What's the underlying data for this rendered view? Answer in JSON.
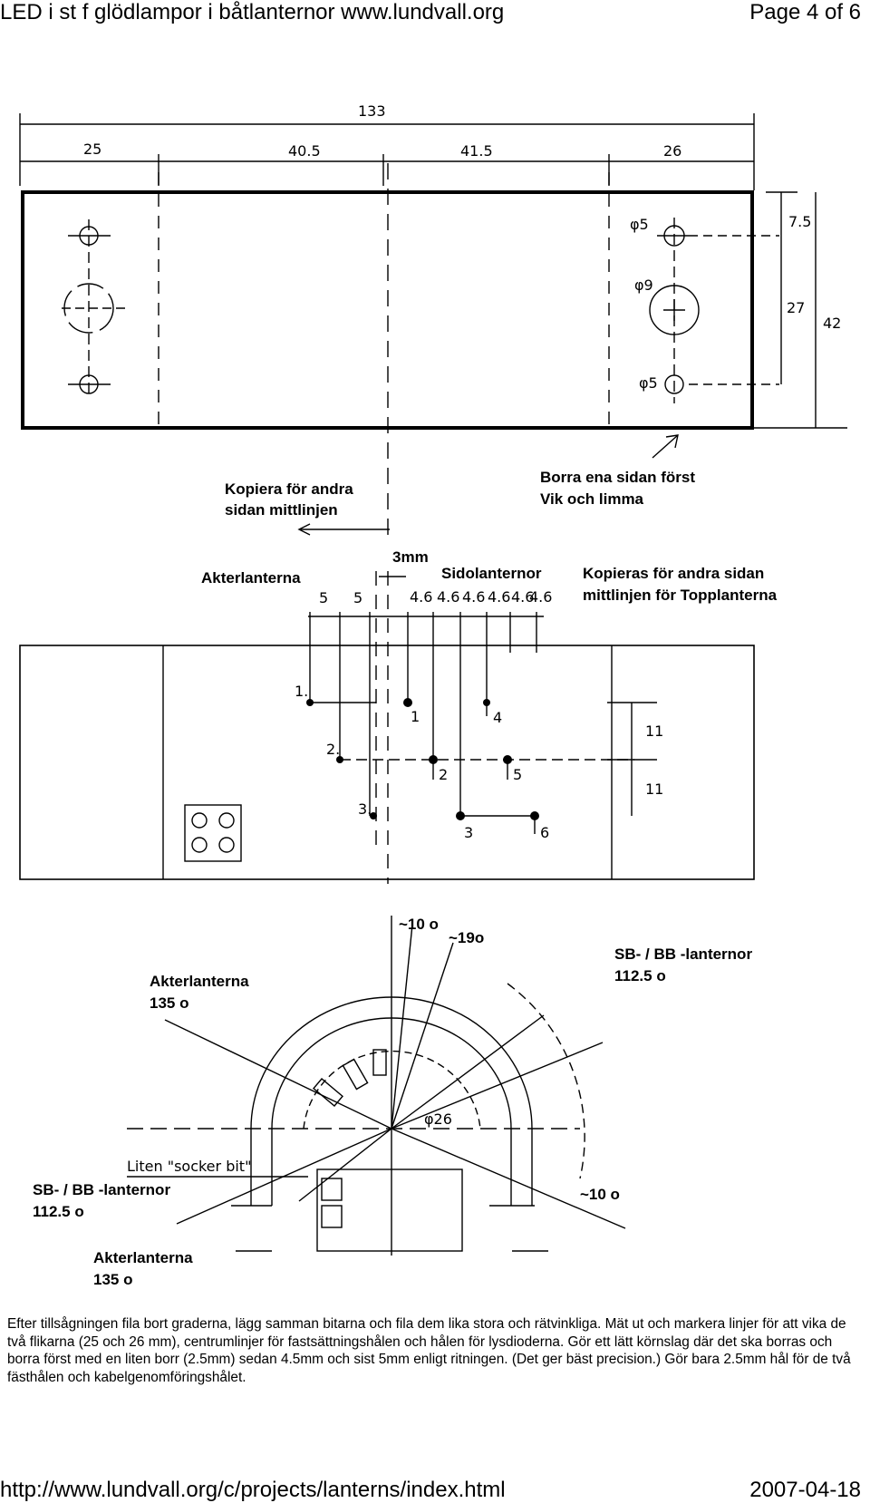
{
  "header": {
    "title": "LED i st f glödlampor i båtlanternor www.lundvall.org",
    "page": "Page 4 of 6"
  },
  "drawing1": {
    "dim_total": "133",
    "dim_parts": [
      "25",
      "40.5",
      "41.5",
      "26"
    ],
    "hole_labels": [
      "φ5",
      "φ9",
      "φ5"
    ],
    "right_dims": [
      "7.5",
      "27",
      "42"
    ],
    "note_borra": [
      "Borra ena sidan först",
      "Vik och limma"
    ],
    "note_kopiera": [
      "Kopiera för andra",
      "sidan mittlinjen"
    ]
  },
  "drawing2": {
    "label_akter": "Akterlanterna",
    "label_3mm": "3mm",
    "label_sido": "Sidolanternor",
    "label_kopieras": [
      "Kopieras för andra sidan",
      "mittlinjen för Topplanterna"
    ],
    "dims_left": [
      "5",
      "5"
    ],
    "dims_side": [
      "4.6",
      "4.6",
      "4.6",
      "4.6",
      "4.6",
      "4.6"
    ],
    "point_labels_left": [
      "1.",
      "2.",
      "3."
    ],
    "point_labels_right": [
      "1",
      "2",
      "3",
      "4",
      "5",
      "6"
    ],
    "right_dims": [
      "11",
      "11"
    ]
  },
  "drawing3": {
    "angle_10_top": "~10 o",
    "angle_19": "~19o",
    "sb_bb_right": [
      "SB- / BB -lanternor",
      "112.5 o"
    ],
    "akter_top": [
      "Akterlanterna",
      "135 o"
    ],
    "phi26": "φ26",
    "liten": "Liten \"socker bit\"",
    "sb_bb_left": [
      "SB- / BB -lanternor",
      "112.5 o"
    ],
    "angle_10_right": "~10 o",
    "akter_bottom": [
      "Akterlanterna",
      "135 o"
    ]
  },
  "body": {
    "text": "Efter tillsågningen fila bort graderna, lägg samman bitarna och fila dem lika stora och rätvinkliga. Mät ut och markera linjer för att vika de två flikarna (25 och 26 mm), centrumlinjer för fastsättningshålen och hålen för lysdioderna. Gör ett lätt körnslag där det ska borras och borra först med en liten borr (2.5mm) sedan 4.5mm och sist 5mm enligt ritningen. (Det ger bäst precision.) Gör bara 2.5mm hål för de två fästhålen och kabelgenomföringshålet."
  },
  "footer": {
    "url": "http://www.lundvall.org/c/projects/lanterns/index.html",
    "date": "2007-04-18"
  }
}
